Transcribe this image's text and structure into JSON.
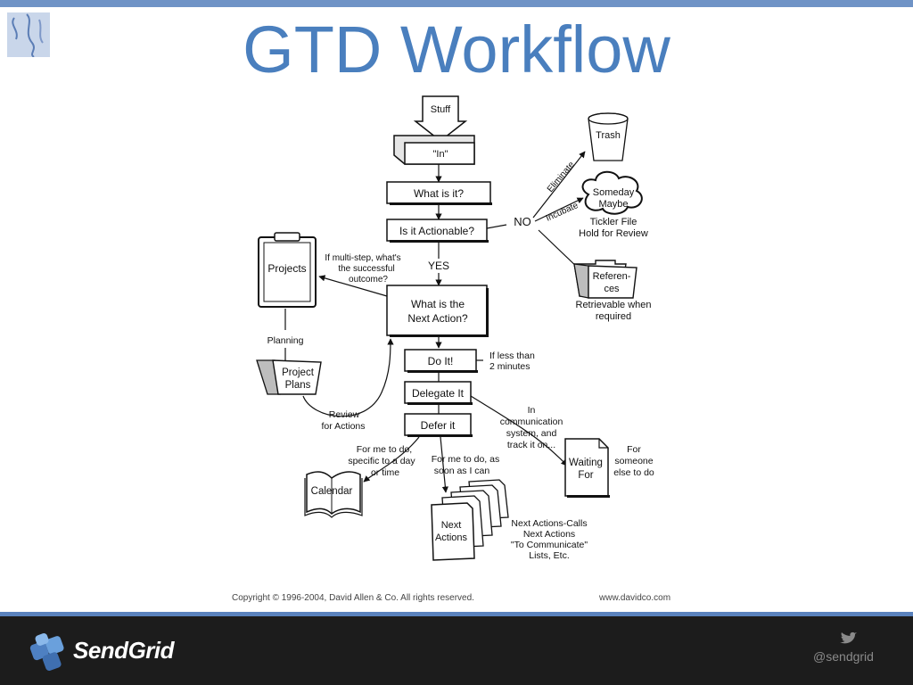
{
  "title": "GTD Workflow",
  "diagram": {
    "stuff": "Stuff",
    "in": "\"In\"",
    "what_is_it": "What is it?",
    "is_actionable": "Is it Actionable?",
    "no": "NO",
    "yes": "YES",
    "eliminate": "Eliminate",
    "trash": "Trash",
    "incubate": "Incubate",
    "someday_1": "Someday",
    "someday_2": "Maybe",
    "tickler_1": "Tickler File",
    "tickler_2": "Hold for Review",
    "reference_1": "Referen-",
    "reference_2": "ces",
    "retrievable_1": "Retrievable when",
    "retrievable_2": "required",
    "projects": "Projects",
    "multistep_1": "If multi-step, what's",
    "multistep_2": "the successful",
    "multistep_3": "outcome?",
    "next_action_1": "What is the",
    "next_action_2": "Next Action?",
    "planning": "Planning",
    "project_plans_1": "Project",
    "project_plans_2": "Plans",
    "do_it": "Do It!",
    "two_min_1": "If less than",
    "two_min_2": "2 minutes",
    "delegate_it": "Delegate It",
    "defer_it": "Defer it",
    "review_1": "Review",
    "review_2": "for Actions",
    "comm_1": "In",
    "comm_2": "communication",
    "comm_3": "system, and",
    "comm_4": "track it on...",
    "waiting_1": "Waiting",
    "waiting_2": "For",
    "someone_1": "For",
    "someone_2": "someone",
    "someone_3": "else to do",
    "specific_1": "For me to do,",
    "specific_2": "specific to a day",
    "specific_3": "or time",
    "asap_1": "For me to do, as",
    "asap_2": "soon as I can",
    "calendar": "Calendar",
    "next_actions_1": "Next",
    "next_actions_2": "Actions",
    "lists_1": "Next Actions-Calls",
    "lists_2": "Next Actions",
    "lists_3": "\"To Communicate\"",
    "lists_4": "Lists, Etc.",
    "copyright": "Copyright  © 1996-2004, David Allen & Co.  All rights reserved.",
    "website": "www.davidco.com"
  },
  "footer": {
    "brand": "SendGrid",
    "handle": "@sendgrid"
  },
  "colors": {
    "accent": "#4a7fbe",
    "top_bar": "#6f93c6",
    "footer_bg": "#1c1c1c"
  }
}
